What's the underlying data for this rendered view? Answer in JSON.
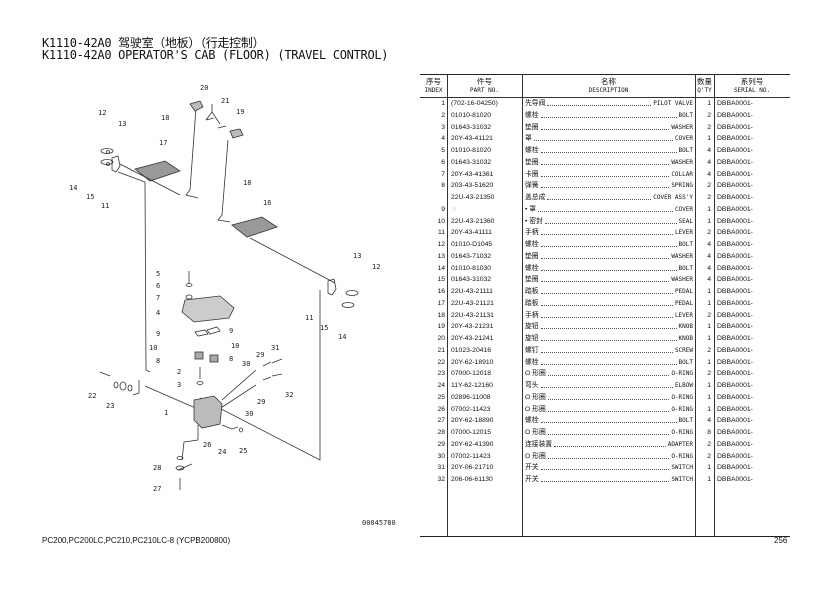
{
  "title": {
    "line1": "K1110-42A0 驾驶室（地板）（行走控制）",
    "line2": "K1110-42A0 OPERATOR'S CAB (FLOOR) (TRAVEL CONTROL)"
  },
  "table": {
    "headers": {
      "index_cn": "序号",
      "index_en": "INDEX",
      "part_cn": "件号",
      "part_en": "PART NO.",
      "desc_cn": "名称",
      "desc_en": "DESCRIPTION",
      "qty_cn": "数量",
      "qty_en": "Q'TY",
      "serial_cn": "系列号",
      "serial_en": "SERIAL NO."
    },
    "rows": [
      {
        "index": "1",
        "part": "(702-16-04250)",
        "cn": "先导阀",
        "en": "PILOT VALVE",
        "qty": "1",
        "serial": "DBBA0001-"
      },
      {
        "index": "2",
        "part": "01010-81020",
        "cn": "螺栓",
        "en": "BOLT",
        "qty": "2",
        "serial": "DBBA0001-"
      },
      {
        "index": "3",
        "part": "01643-31032",
        "cn": "垫圈",
        "en": "WASHER",
        "qty": "2",
        "serial": "DBBA0001-"
      },
      {
        "index": "4",
        "part": "20Y-43-41121",
        "cn": "罩",
        "en": "COVER",
        "qty": "1",
        "serial": "DBBA0001-"
      },
      {
        "index": "5",
        "part": "01010-81020",
        "cn": "螺栓",
        "en": "BOLT",
        "qty": "4",
        "serial": "DBBA0001-"
      },
      {
        "index": "6",
        "part": "01643-31032",
        "cn": "垫圈",
        "en": "WASHER",
        "qty": "4",
        "serial": "DBBA0001-"
      },
      {
        "index": "7",
        "part": "20Y-43-41361",
        "cn": "卡圈",
        "en": "COLLAR",
        "qty": "4",
        "serial": "DBBA0001-"
      },
      {
        "index": "8",
        "part": "203-43-51620",
        "cn": "弹簧",
        "en": "SPRING",
        "qty": "2",
        "serial": "DBBA0001-"
      },
      {
        "index": "",
        "part": "22U-43-21350",
        "cn": "盖总成",
        "en": "COVER ASS'Y",
        "qty": "2",
        "serial": "DBBA0001-"
      },
      {
        "index": "9",
        "part": "☆",
        "cn": "• 罩",
        "en": "COVER",
        "qty": "1",
        "serial": "DBBA0001-"
      },
      {
        "index": "10",
        "part": "22U-43-21360",
        "cn": "• 密封",
        "en": "SEAL",
        "qty": "1",
        "serial": "DBBA0001-"
      },
      {
        "index": "11",
        "part": "20Y-43-41111",
        "cn": "手柄",
        "en": "LEVER",
        "qty": "2",
        "serial": "DBBA0001-"
      },
      {
        "index": "12",
        "part": "01010-D1045",
        "cn": "螺栓",
        "en": "BOLT",
        "qty": "4",
        "serial": "DBBA0001-"
      },
      {
        "index": "13",
        "part": "01643-71032",
        "cn": "垫圈",
        "en": "WASHER",
        "qty": "4",
        "serial": "DBBA0001-"
      },
      {
        "index": "14",
        "part": "01010-81030",
        "cn": "螺栓",
        "en": "BOLT",
        "qty": "4",
        "serial": "DBBA0001-"
      },
      {
        "index": "15",
        "part": "01643-31032",
        "cn": "垫圈",
        "en": "WASHER",
        "qty": "4",
        "serial": "DBBA0001-"
      },
      {
        "index": "16",
        "part": "22U-43-21111",
        "cn": "踏板",
        "en": "PEDAL",
        "qty": "1",
        "serial": "DBBA0001-"
      },
      {
        "index": "17",
        "part": "22U-43-21121",
        "cn": "踏板",
        "en": "PEDAL",
        "qty": "1",
        "serial": "DBBA0001-"
      },
      {
        "index": "18",
        "part": "22U-43-21131",
        "cn": "手柄",
        "en": "LEVER",
        "qty": "2",
        "serial": "DBBA0001-"
      },
      {
        "index": "19",
        "part": "20Y-43-21231",
        "cn": "旋钮",
        "en": "KNOB",
        "qty": "1",
        "serial": "DBBA0001-"
      },
      {
        "index": "20",
        "part": "20Y-43-21241",
        "cn": "旋钮",
        "en": "KNOB",
        "qty": "1",
        "serial": "DBBA0001-"
      },
      {
        "index": "21",
        "part": "01023-20416",
        "cn": "螺钉",
        "en": "SCREW",
        "qty": "2",
        "serial": "DBBA0001-"
      },
      {
        "index": "22",
        "part": "20Y-62-18910",
        "cn": "螺栓",
        "en": "BOLT",
        "qty": "1",
        "serial": "DBBA0001-"
      },
      {
        "index": "23",
        "part": "07000-12018",
        "cn": "O 形圈",
        "en": "O-RING",
        "qty": "2",
        "serial": "DBBA0001-"
      },
      {
        "index": "24",
        "part": "11Y-62-12160",
        "cn": "弯头",
        "en": "ELBOW",
        "qty": "1",
        "serial": "DBBA0001-"
      },
      {
        "index": "25",
        "part": "02896-11008",
        "cn": "O 形圈",
        "en": "O-RING",
        "qty": "1",
        "serial": "DBBA0001-"
      },
      {
        "index": "26",
        "part": "07002-11423",
        "cn": "O 形圈",
        "en": "O-RING",
        "qty": "1",
        "serial": "DBBA0001-"
      },
      {
        "index": "27",
        "part": "20Y-62-18890",
        "cn": "螺栓",
        "en": "BOLT",
        "qty": "4",
        "serial": "DBBA0001-"
      },
      {
        "index": "28",
        "part": "07000-12015",
        "cn": "O 形圈",
        "en": "O-RING",
        "qty": "8",
        "serial": "DBBA0001-"
      },
      {
        "index": "29",
        "part": "20Y-62-41390",
        "cn": "连接装置",
        "en": "ADAPTER",
        "qty": "2",
        "serial": "DBBA0001-"
      },
      {
        "index": "30",
        "part": "07002-11423",
        "cn": "O 形圈",
        "en": "O-RING",
        "qty": "2",
        "serial": "DBBA0001-"
      },
      {
        "index": "31",
        "part": "20Y-06-21710",
        "cn": "开关",
        "en": "SWITCH",
        "qty": "1",
        "serial": "DBBA0001-"
      },
      {
        "index": "32",
        "part": "206-06-61130",
        "cn": "开关",
        "en": "SWITCH",
        "qty": "1",
        "serial": "DBBA0001-"
      }
    ]
  },
  "diagram": {
    "callouts": [
      "20",
      "21",
      "19",
      "18",
      "12",
      "13",
      "17",
      "14",
      "15",
      "11",
      "18",
      "16",
      "13",
      "12",
      "5",
      "6",
      "7",
      "4",
      "9",
      "9",
      "10",
      "10",
      "8",
      "8",
      "2",
      "3",
      "22",
      "23",
      "1",
      "30",
      "29",
      "31",
      "32",
      "29",
      "30",
      "26",
      "24",
      "25",
      "28",
      "27",
      "11",
      "15",
      "14"
    ],
    "drawing_code": "00045780"
  },
  "footer": {
    "models": "PC200,PC200LC,PC210,PC210LC-8 (YCPB200800)",
    "page": "256"
  }
}
